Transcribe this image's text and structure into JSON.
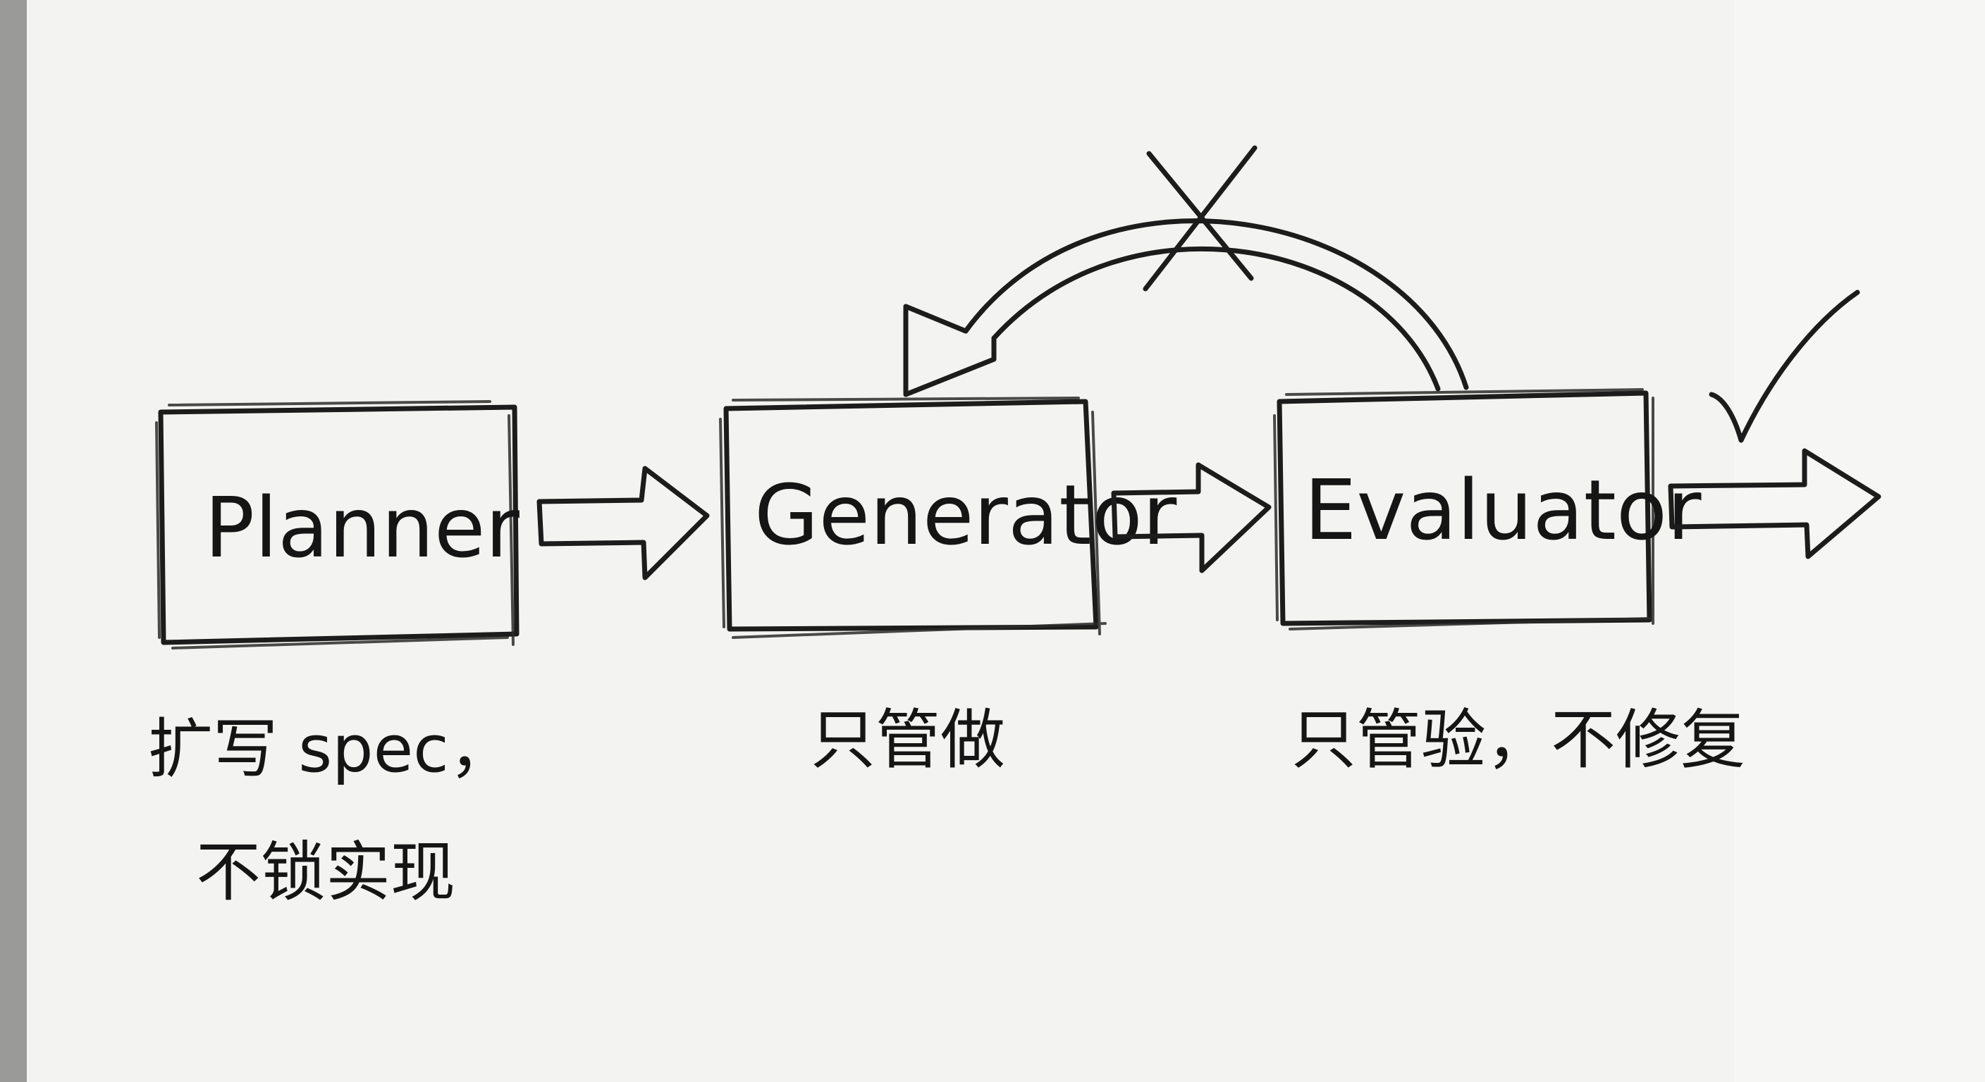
{
  "nodes": [
    {
      "id": "planner",
      "label": "Planner",
      "note_lines": [
        "扩写 spec，",
        "不锁实现"
      ]
    },
    {
      "id": "generator",
      "label": "Generator",
      "note_lines": [
        "只管做"
      ]
    },
    {
      "id": "evaluator",
      "label": "Evaluator",
      "note_lines": [
        "只管验，不修复"
      ]
    }
  ],
  "edges": [
    {
      "from": "planner",
      "to": "generator",
      "style": "hollow-arrow"
    },
    {
      "from": "generator",
      "to": "evaluator",
      "style": "hollow-arrow"
    },
    {
      "from": "evaluator",
      "to": "generator",
      "style": "curved-hollow-arrow",
      "crossed_out": true
    },
    {
      "from": "evaluator",
      "to": "output",
      "style": "hollow-arrow",
      "approved": true
    }
  ],
  "colors": {
    "paper": "#f3f3f1",
    "ink": "#1c1c1c",
    "table": "#9a9a98"
  }
}
